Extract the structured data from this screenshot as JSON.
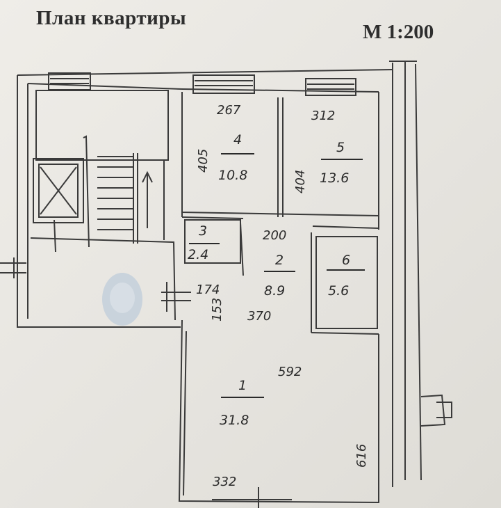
{
  "title": "План квартиры",
  "scale": "М 1:200",
  "rooms": [
    {
      "number": "1",
      "area": "31.8"
    },
    {
      "number": "2",
      "area": "8.9"
    },
    {
      "number": "3",
      "area": "2.4"
    },
    {
      "number": "4",
      "area": "10.8"
    },
    {
      "number": "5",
      "area": "13.6"
    },
    {
      "number": "6",
      "area": "5.6"
    }
  ],
  "dimensions": {
    "room4_width": "267",
    "room4_length": "405",
    "room5_width": "312",
    "room5_length": "404",
    "room2_width": "200",
    "room2_length": "370",
    "corridor_width": "174",
    "corridor_depth": "153",
    "room1_width": "592",
    "room1_bottom": "332",
    "room1_length": "616"
  },
  "colors": {
    "ink": "#2a2a2a",
    "paper": "#eceae5",
    "wall": "#3a3a3a"
  }
}
